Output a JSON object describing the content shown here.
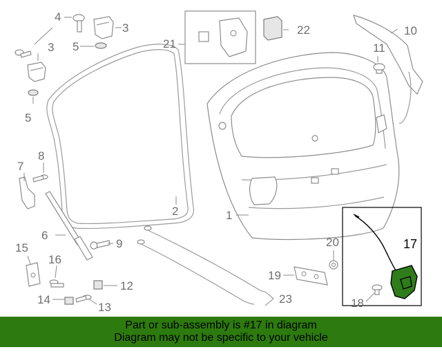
{
  "callouts": {
    "c1": "1",
    "c2": "2",
    "c3a": "3",
    "c3b": "3",
    "c4": "4",
    "c5a": "5",
    "c5b": "5",
    "c6": "6",
    "c7": "7",
    "c8": "8",
    "c9": "9",
    "c10": "10",
    "c11": "11",
    "c12": "12",
    "c13": "13",
    "c14": "14",
    "c15": "15",
    "c16": "16",
    "c17": "17",
    "c18": "18",
    "c19": "19",
    "c20": "20",
    "c21": "21",
    "c22": "22",
    "c23": "23"
  },
  "highlight_color": "#2f7d1a",
  "banner": {
    "line1": "Part or sub-assembly is #17 in diagram",
    "line2": "Diagram may not be specific to your vehicle",
    "background": "#2d7a0e"
  }
}
